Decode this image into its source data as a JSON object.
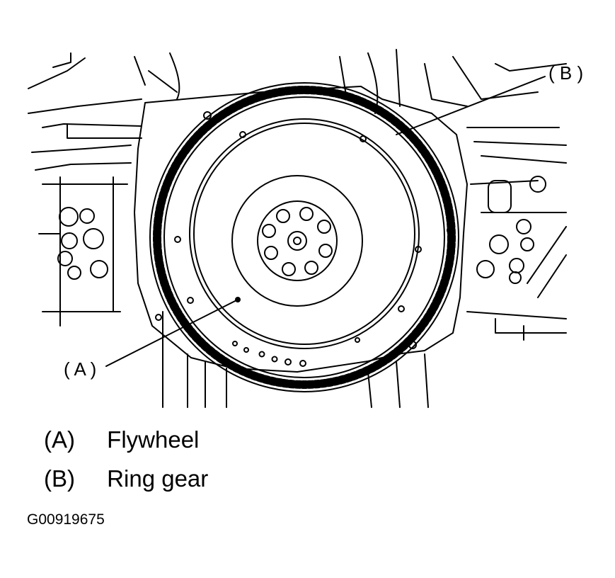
{
  "callouts": {
    "a": "( A )",
    "b": "( B )"
  },
  "legend": [
    {
      "key": "(A)",
      "label": "Flywheel"
    },
    {
      "key": "(B)",
      "label": "Ring gear"
    }
  ],
  "figure_id": "G00919675"
}
